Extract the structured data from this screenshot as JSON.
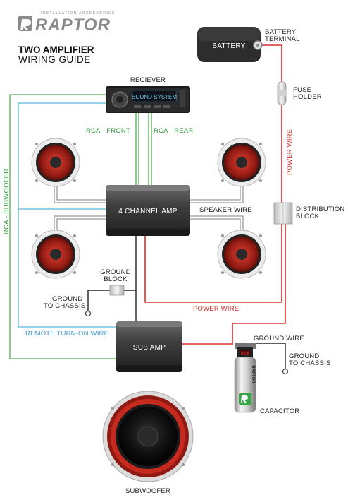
{
  "brand": {
    "tagline": "INSTALLATION ACCESSORIES",
    "name": "RAPTOR"
  },
  "guide": {
    "title": "TWO AMPLIFIER",
    "subtitle": "WIRING GUIDE"
  },
  "components": {
    "receiver": "RECIEVER",
    "receiver_screen": "SOUND SYSTEM",
    "four_channel_amp": "4 CHANNEL AMP",
    "sub_amp": "SUB AMP",
    "battery": "BATTERY",
    "battery_terminal_1": "BATTERY",
    "battery_terminal_2": "TERMINAL",
    "fuse_holder_1": "FUSE",
    "fuse_holder_2": "HOLDER",
    "distribution_block_1": "DISTRIBUTION",
    "distribution_block_2": "BLOCK",
    "ground_block_1": "GROUND",
    "ground_block_2": "BLOCK",
    "ground_chassis_left_1": "GROUND",
    "ground_chassis_left_2": "TO CHASSIS",
    "ground_chassis_right_1": "GROUND",
    "ground_chassis_right_2": "TO CHASSIS",
    "capacitor": "CAPACITOR",
    "capacitor_brand": "RAPTOR",
    "subwoofer": "SUBWOOFER"
  },
  "wires": {
    "rca_front": "RCA - FRONT",
    "rca_rear": "RCA - REAR",
    "rca_subwoofer": "RCA - SUBWOOFER",
    "speaker_wire": "SPEAKER WIRE",
    "power_wire_vertical": "POWER WIRE",
    "power_wire_horizontal": "POWER WIRE",
    "remote_turn_on": "REMOTE TURN-ON WIRE",
    "ground_wire": "GROUND WIRE"
  },
  "colors": {
    "power": "#d8322b",
    "rca_green": "#4bb04a",
    "remote_blue": "#5ab4e0",
    "speaker_gray": "#9a9a9a",
    "ground_black": "#222222"
  }
}
